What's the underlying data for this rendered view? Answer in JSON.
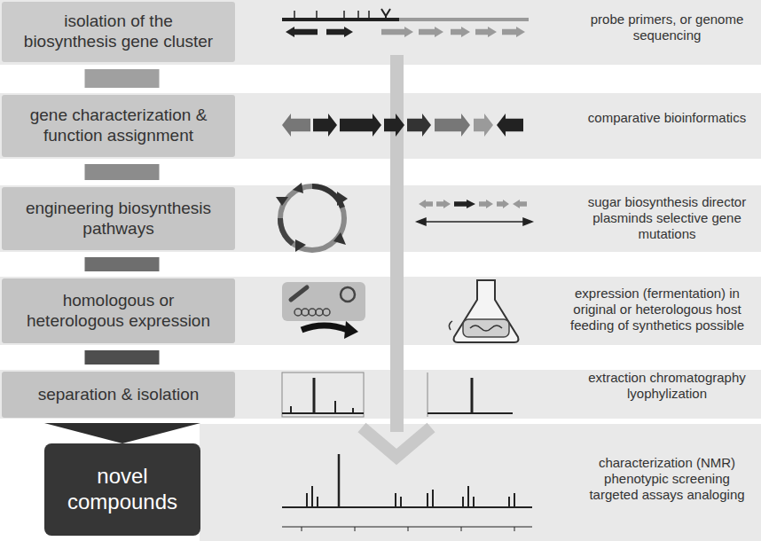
{
  "diagram": {
    "nodes": [
      {
        "text": [
          "isolation of the biosynthesis gene cluster"
        ]
      },
      {
        "text": [
          "gene characterization & function assignment"
        ]
      },
      {
        "text": [
          "engineering biosynthesis pathways"
        ]
      },
      {
        "text": [
          "homologous or heterologous expression"
        ]
      },
      {
        "text": [
          "separation & isolation"
        ]
      },
      {
        "text": [
          "novel compounds"
        ]
      }
    ],
    "edges": [
      {
        "from": 0,
        "to": 1,
        "arrow": "none"
      },
      {
        "from": 1,
        "to": 2,
        "arrow": "none"
      },
      {
        "from": 2,
        "to": 3,
        "arrow": "none"
      },
      {
        "from": 3,
        "to": 4,
        "arrow": "none"
      },
      {
        "from": 4,
        "to": 5,
        "arrow": "to"
      }
    ],
    "labels": [
      "probe primers, or genome sequencing",
      "comparative bioinformatics",
      "sugar biosynthesis director plasminds selective gene mutations",
      "expression (fermentation) in original or heterologous host feeding of synthetics possible",
      "extraction chromatography lyophylization",
      "characterization (NMR) phenotypic screening targeted assays analoging"
    ]
  }
}
